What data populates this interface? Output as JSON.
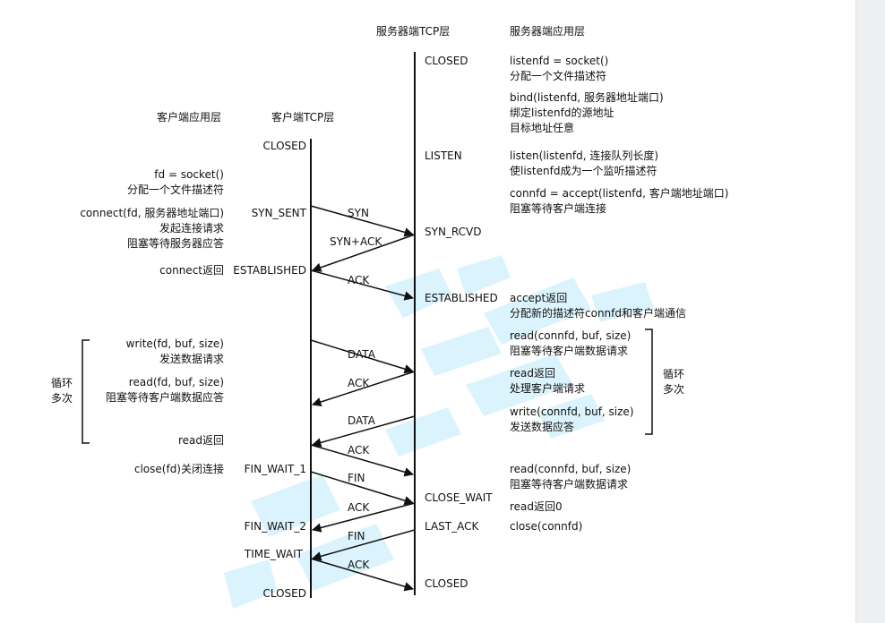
{
  "headers": {
    "server_tcp": "服务器端TCP层",
    "server_app": "服务器端应用层",
    "client_app": "客户端应用层",
    "client_tcp": "客户端TCP层"
  },
  "server_states": {
    "closed_top": "CLOSED",
    "listen": "LISTEN",
    "syn_rcvd": "SYN_RCVD",
    "established": "ESTABLISHED",
    "close_wait": "CLOSE_WAIT",
    "last_ack": "LAST_ACK",
    "closed_bottom": "CLOSED"
  },
  "client_states": {
    "closed_top": "CLOSED",
    "syn_sent": "SYN_SENT",
    "established": "ESTABLISHED",
    "fin_wait_1": "FIN_WAIT_1",
    "fin_wait_2": "FIN_WAIT_2",
    "time_wait": "TIME_WAIT",
    "closed_bottom": "CLOSED"
  },
  "messages": {
    "syn": "SYN",
    "syn_ack": "SYN+ACK",
    "ack_1": "ACK",
    "data_1": "DATA",
    "ack_2": "ACK",
    "data_2": "DATA",
    "ack_3": "ACK",
    "fin_1": "FIN",
    "ack_4": "ACK",
    "fin_2": "FIN",
    "ack_5": "ACK"
  },
  "server_app": {
    "socket_call": "listenfd = socket()",
    "socket_desc": "分配一个文件描述符",
    "bind_call": "bind(listenfd, 服务器地址端口)",
    "bind_desc_1": "绑定listenfd的源地址",
    "bind_desc_2": "目标地址任意",
    "listen_call": "listen(listenfd, 连接队列长度)",
    "listen_desc": "使listenfd成为一个监听描述符",
    "accept_call": "connfd = accept(listenfd, 客户端地址端口)",
    "accept_desc": "阻塞等待客户端连接",
    "accept_ret": "accept返回",
    "accept_ret_desc": "分配新的描述符connfd和客户端通信",
    "read_call": "read(connfd, buf, size)",
    "read_desc": "阻塞等待客户端数据请求",
    "read_ret": "read返回",
    "read_ret_desc": "处理客户端请求",
    "write_call": "write(connfd, buf, size)",
    "write_desc": "发送数据应答",
    "loop_1": "循环",
    "loop_2": "多次",
    "read_call_2": "read(connfd, buf, size)",
    "read_desc_2": "阻塞等待客户端数据请求",
    "read_ret_0": "read返回0",
    "close_call": "close(connfd)"
  },
  "client_app": {
    "socket_call": "fd = socket()",
    "socket_desc": "分配一个文件描述符",
    "connect_call": "connect(fd, 服务器地址端口)",
    "connect_desc_1": "发起连接请求",
    "connect_desc_2": "阻塞等待服务器应答",
    "connect_ret": "connect返回",
    "write_call": "write(fd, buf, size)",
    "write_desc": "发送数据请求",
    "read_call": "read(fd, buf, size)",
    "read_desc": "阻塞等待客户端数据应答",
    "read_ret": "read返回",
    "loop_1": "循环",
    "loop_2": "多次",
    "close_call": "close(fd)关闭连接"
  },
  "colors": {
    "line": "#111111",
    "text": "#111111",
    "watermark": "#d5f2fc",
    "right_strip": "#eeeff1"
  }
}
